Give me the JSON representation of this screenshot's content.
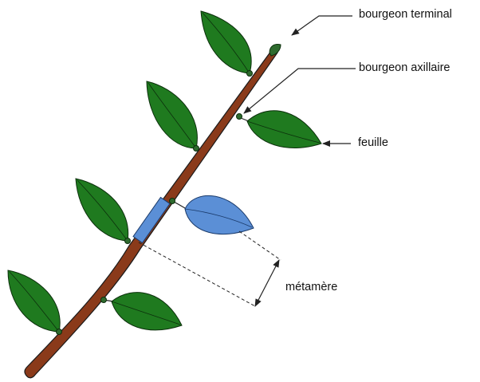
{
  "labels": {
    "terminal_bud": "bourgeon terminal",
    "axillary_bud": "bourgeon axillaire",
    "leaf": "feuille",
    "metamer": "métamère"
  },
  "colors": {
    "stem": "#8a3a1a",
    "stem_outline": "#1a1a1a",
    "leaf": "#1f7a1f",
    "bud": "#2e6b2e",
    "metamer_highlight": "#5b8fd6",
    "annotation": "#222222"
  }
}
